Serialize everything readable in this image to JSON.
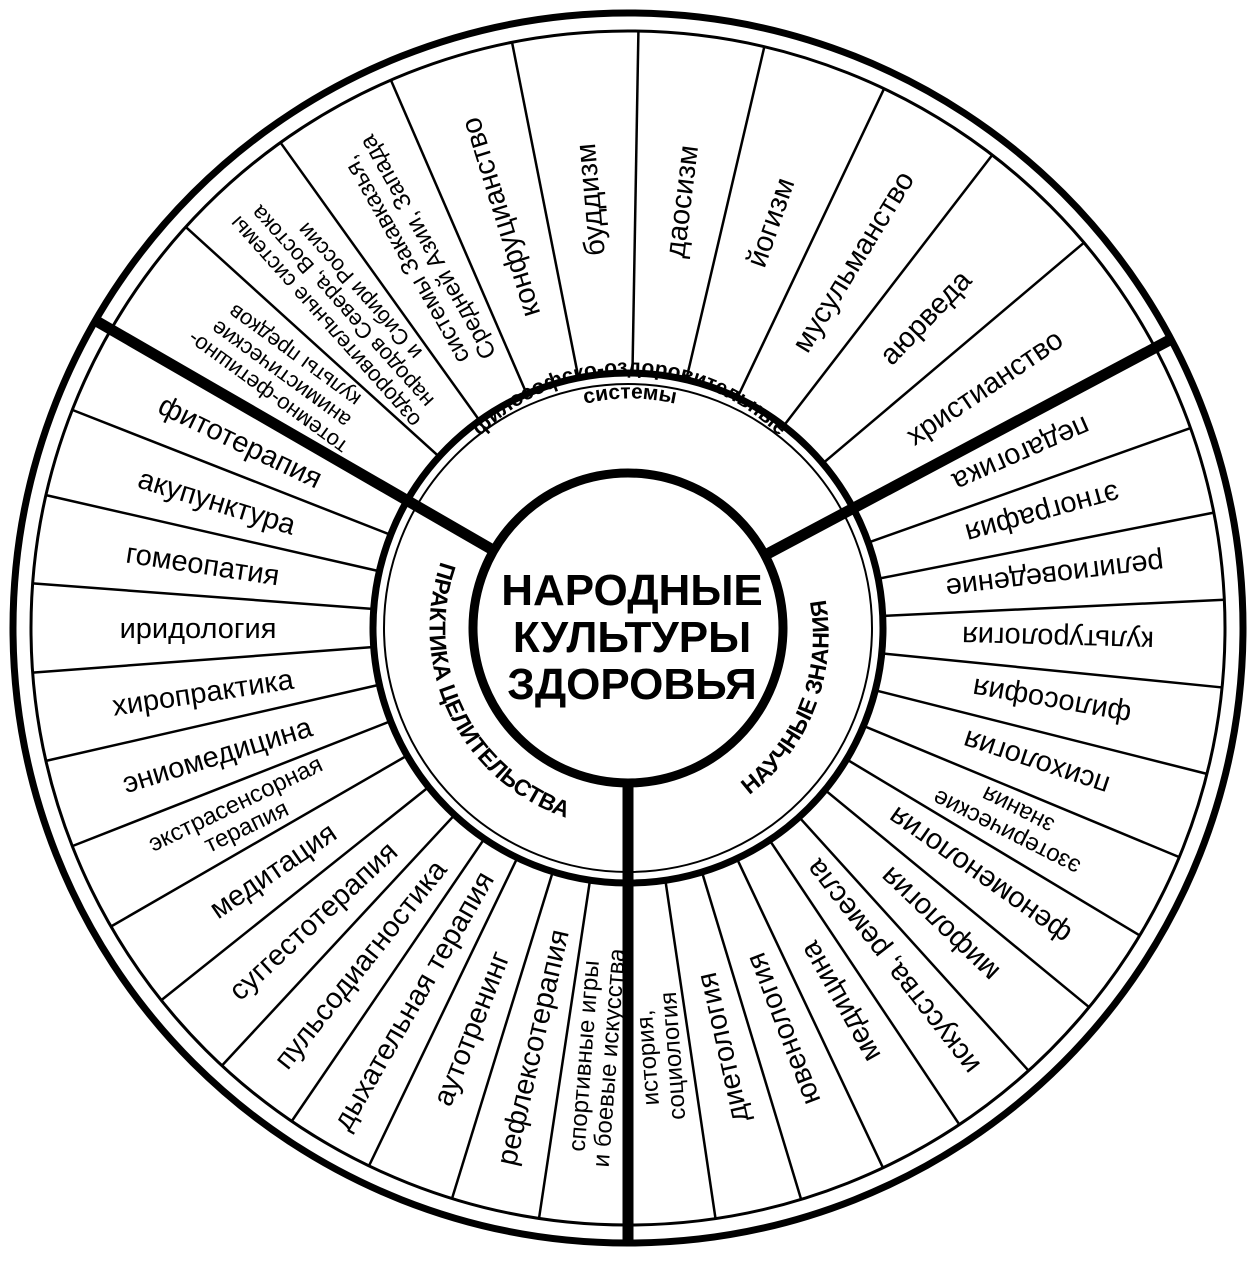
{
  "center": {
    "lines": [
      "НАРОДНЫЕ",
      "КУЛЬТУРЫ",
      "ЗДОРОВЬЯ"
    ]
  },
  "sectors": {
    "philosophy": [
      "философско-оздоровительные",
      "системы"
    ],
    "practice": "ПРАКТИКА ЦЕЛИТЕЛЬСТВА",
    "science": "НАУЧНЫЕ ЗНАНИЯ"
  },
  "spokes": {
    "philosophy": [
      {
        "lines": [
          "тотемно-фетишно-",
          "анимистические",
          "культы предков"
        ]
      },
      {
        "lines": [
          "оздоровительные системы",
          "народов Севера, Востока",
          "и Сибири России"
        ]
      },
      {
        "lines": [
          "системы Закавказья,",
          "Средней Азии, Запада"
        ]
      },
      {
        "lines": [
          "конфуцианство"
        ]
      },
      {
        "lines": [
          "буддизм"
        ]
      },
      {
        "lines": [
          "даосизм"
        ]
      },
      {
        "lines": [
          "йогизм"
        ]
      },
      {
        "lines": [
          "мусульманство"
        ]
      },
      {
        "lines": [
          "аюрведа"
        ]
      },
      {
        "lines": [
          "христианство"
        ]
      }
    ],
    "science": [
      {
        "lines": [
          "педагогика"
        ]
      },
      {
        "lines": [
          "этнография"
        ]
      },
      {
        "lines": [
          "религиоведение"
        ]
      },
      {
        "lines": [
          "культурология"
        ]
      },
      {
        "lines": [
          "философия"
        ]
      },
      {
        "lines": [
          "психология"
        ]
      },
      {
        "lines": [
          "эзотерические",
          "знания"
        ]
      },
      {
        "lines": [
          "феноменология"
        ]
      },
      {
        "lines": [
          "мифология"
        ]
      },
      {
        "lines": [
          "искусства, ремесла"
        ]
      },
      {
        "lines": [
          "медицина"
        ]
      },
      {
        "lines": [
          "ювенология"
        ]
      },
      {
        "lines": [
          "диетология"
        ]
      },
      {
        "lines": [
          "история,",
          "социология"
        ]
      }
    ],
    "practice": [
      {
        "lines": [
          "спортивные игры",
          "и боевые искусства"
        ]
      },
      {
        "lines": [
          "рефлексотерапия"
        ]
      },
      {
        "lines": [
          "аутотренинг"
        ]
      },
      {
        "lines": [
          "дыхательная терапия"
        ]
      },
      {
        "lines": [
          "пульсодиагностика"
        ]
      },
      {
        "lines": [
          "суггестотерапия"
        ]
      },
      {
        "lines": [
          "медитация"
        ]
      },
      {
        "lines": [
          "экстрасенсорная",
          "терапия"
        ]
      },
      {
        "lines": [
          "эниомедицина"
        ]
      },
      {
        "lines": [
          "хиропрактика"
        ]
      },
      {
        "lines": [
          "иридология"
        ]
      },
      {
        "lines": [
          "гомеопатия"
        ]
      },
      {
        "lines": [
          "акупунктура"
        ]
      },
      {
        "lines": [
          "фитотерапия"
        ]
      }
    ]
  },
  "colors": {
    "ink": "#000000",
    "paper": "#ffffff"
  }
}
